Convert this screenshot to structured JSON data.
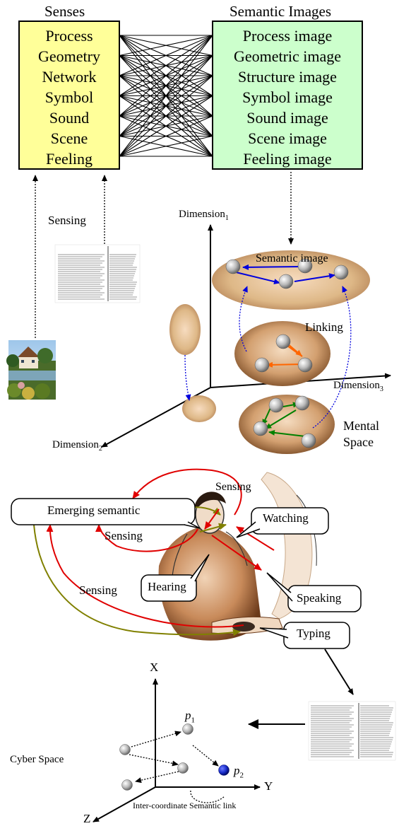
{
  "top": {
    "senses_title": "Senses",
    "semantic_images_title": "Semantic Images",
    "senses": [
      "Process",
      "Geometry",
      "Network",
      "Symbol",
      "Sound",
      "Scene",
      "Feeling"
    ],
    "semantic_images": [
      "Process image",
      "Geometric image",
      "Structure image",
      "Symbol image",
      "Sound image",
      "Scene image",
      "Feeling image"
    ],
    "sensing_label": "Sensing"
  },
  "mental": {
    "dimension1": "Dimension",
    "dimension1_sub": "1",
    "dimension2": "Dimension",
    "dimension2_sub": "2",
    "dimension3": "Dimension",
    "dimension3_sub": "3",
    "semantic_image_label": "Semantic image",
    "linking_label": "Linking",
    "mental_label": "Mental",
    "space_label": "Space"
  },
  "person": {
    "emerging_semantic": "Emerging semantic",
    "sensing_top": "Sensing",
    "sensing_mid": "Sensing",
    "sensing_low": "Sensing",
    "watching": "Watching",
    "hearing": "Hearing",
    "speaking": "Speaking",
    "typing": "Typing"
  },
  "cyber": {
    "cyber_space_label": "Cyber Space",
    "axis_x": "X",
    "axis_y": "Y",
    "axis_z": "Z",
    "p1": "p",
    "p1_sub": "1",
    "p2": "p",
    "p2_sub": "2",
    "link_label": "Inter-coordinate Semantic link"
  },
  "colors": {
    "senses_box": "#ffff99",
    "images_box": "#ccffcc",
    "ellipse": "#deb887",
    "blue_arrow": "#0000dd",
    "orange_arrow": "#ff6600",
    "green_arrow": "#008000",
    "red_arrow": "#e00000",
    "olive_arrow": "#808000",
    "node_p2": "#1a2ecc"
  }
}
